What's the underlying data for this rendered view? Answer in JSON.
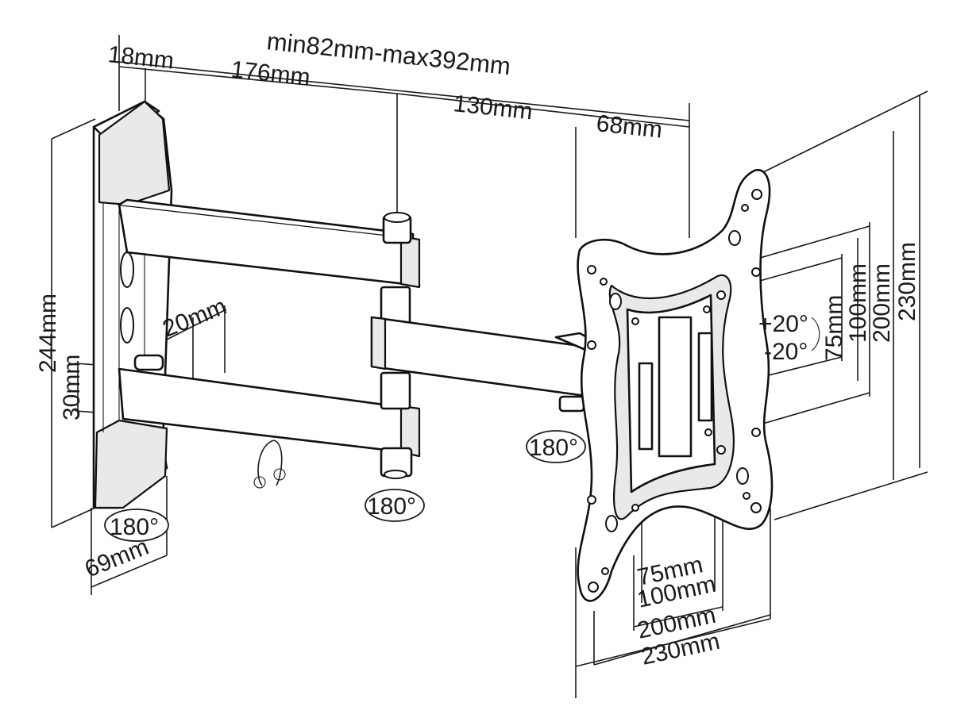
{
  "dimensions": {
    "total_extension": "min82mm-max392mm",
    "wall_depth": "18mm",
    "arm_1": "176mm",
    "arm_2": "130mm",
    "plate_depth": "68mm",
    "height": "244mm",
    "arm_width": "20mm",
    "arm_gap": "30mm",
    "wall_width": "69mm",
    "tilt_up": "+20°",
    "tilt_down": "-20°"
  },
  "swivel": {
    "wall": "180°",
    "arm": "180°",
    "plate": "180°"
  },
  "vesa": {
    "vertical": [
      "75mm",
      "100mm",
      "200mm",
      "230mm"
    ],
    "horizontal": [
      "75mm",
      "100mm",
      "200mm",
      "230mm"
    ]
  }
}
